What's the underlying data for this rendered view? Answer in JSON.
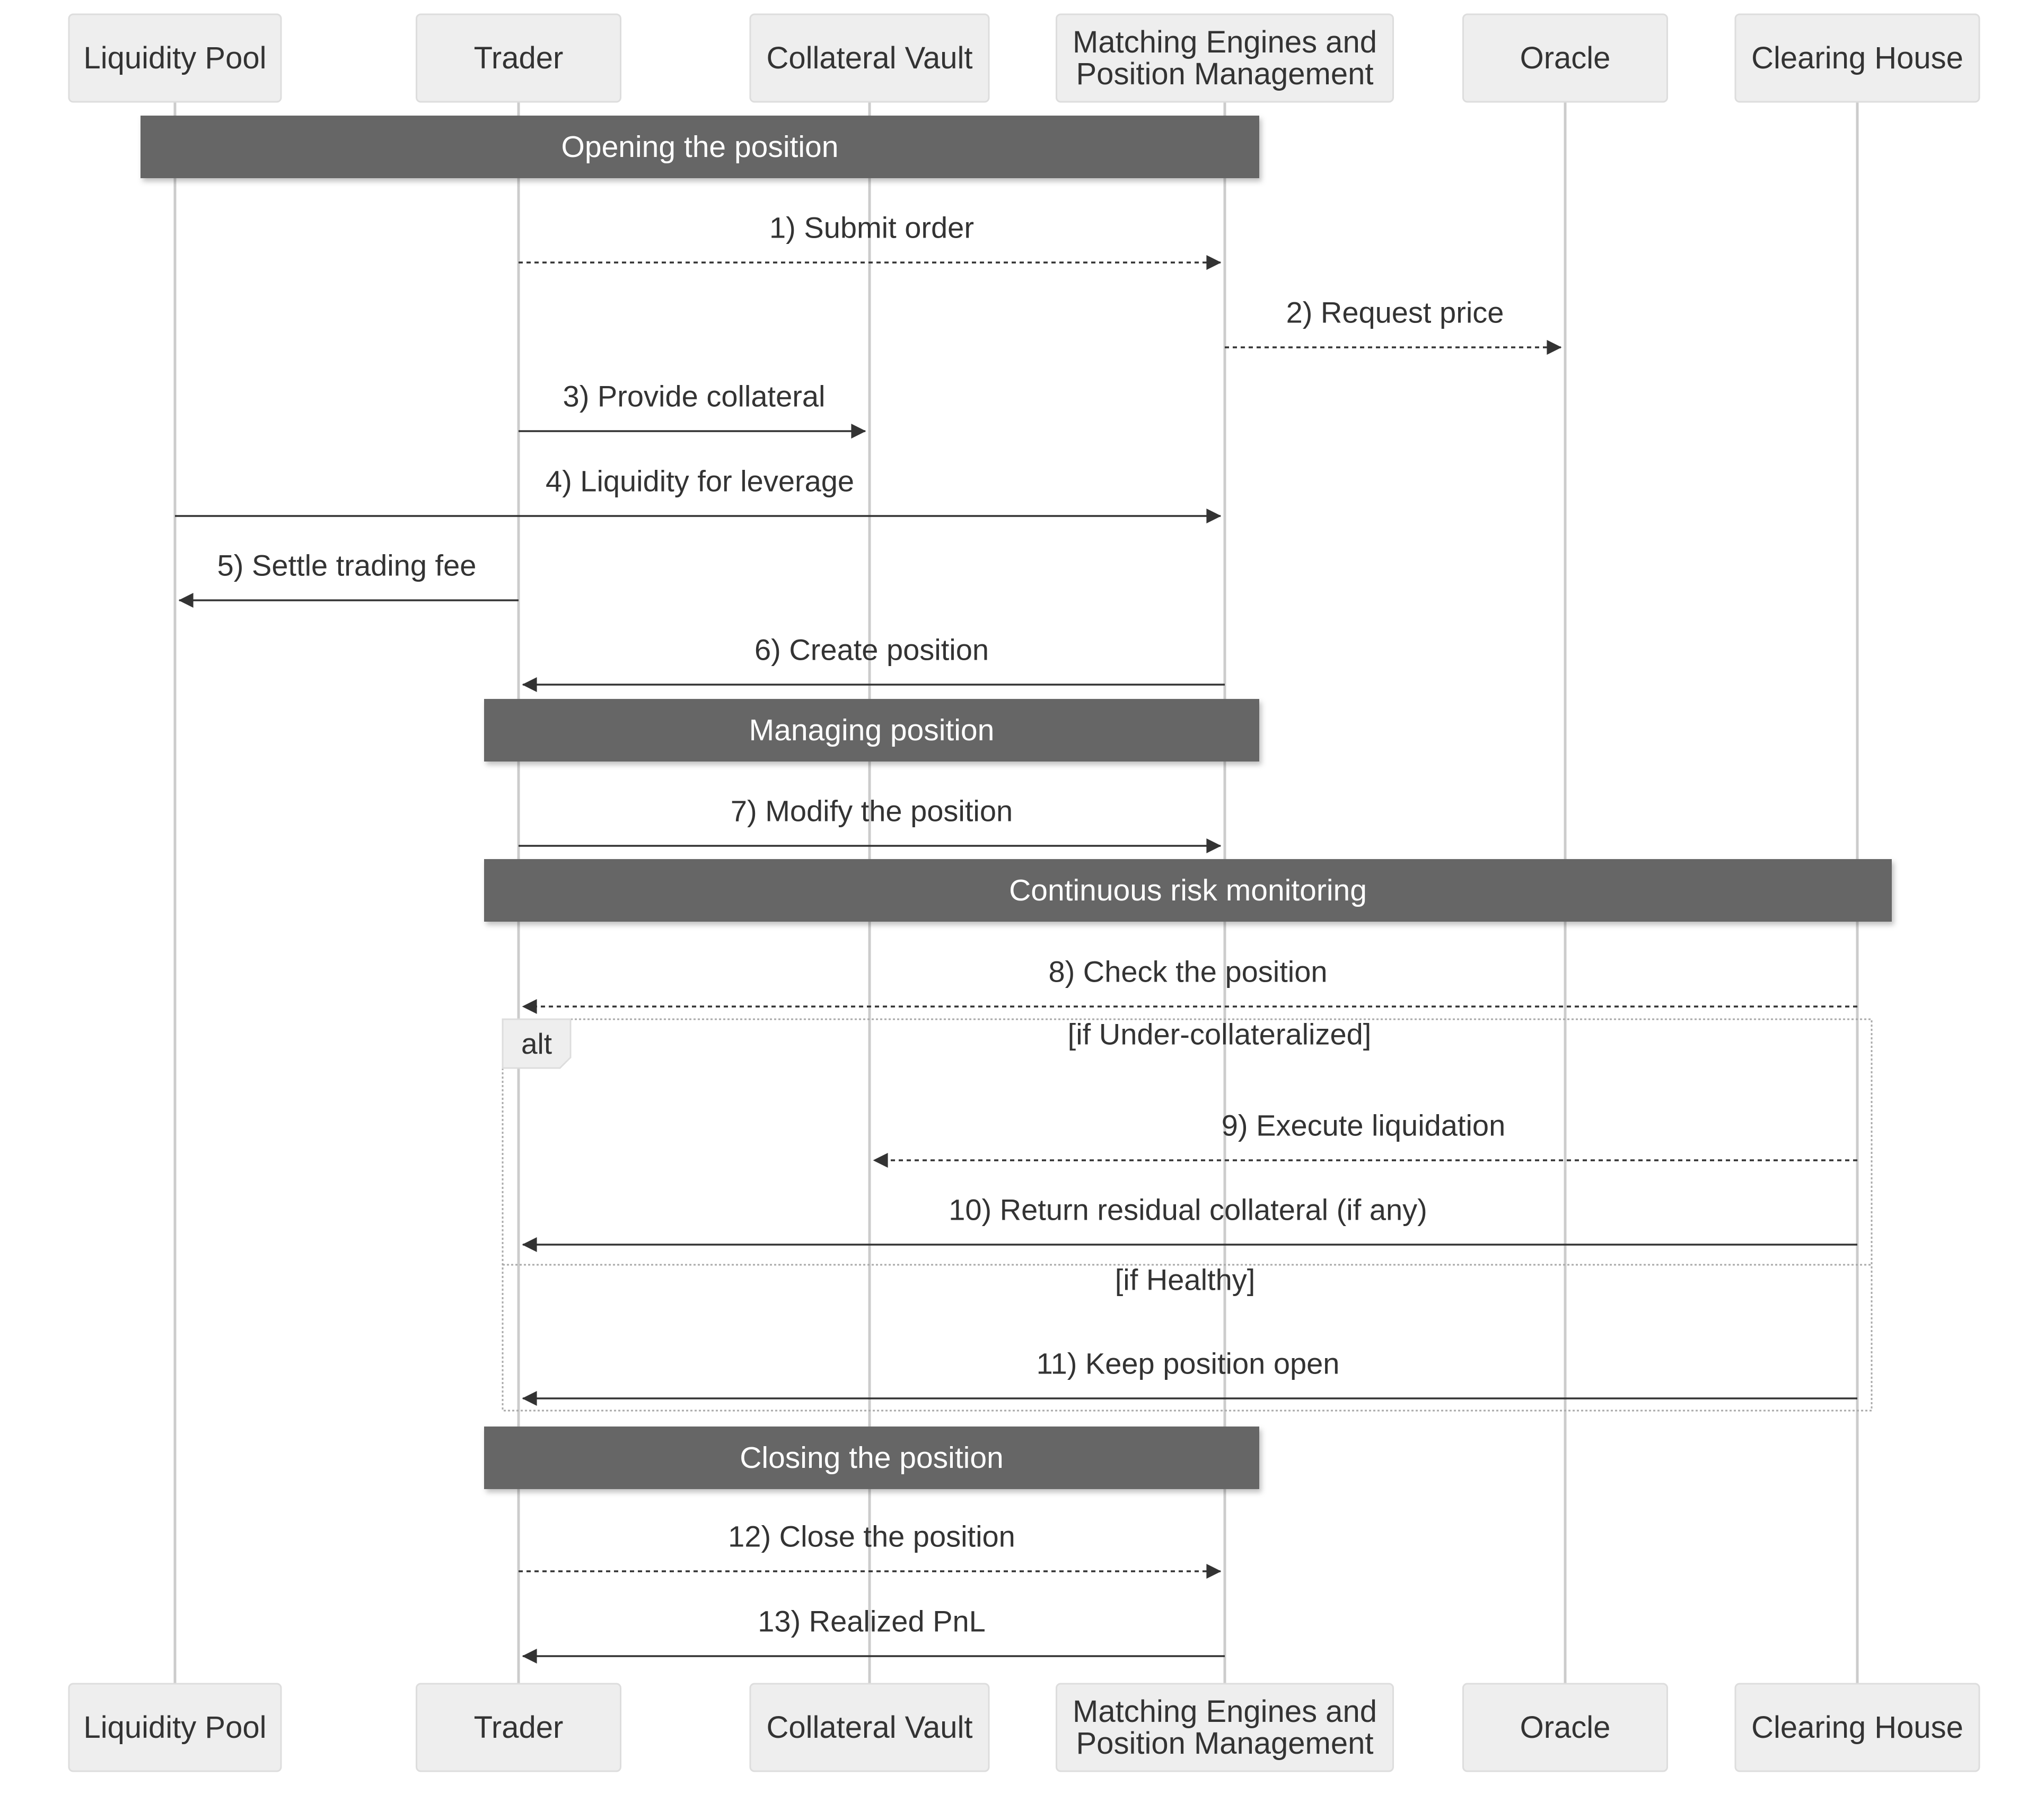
{
  "participants": [
    {
      "id": "lp",
      "label": [
        "Liquidity Pool"
      ]
    },
    {
      "id": "trader",
      "label": [
        "Trader"
      ]
    },
    {
      "id": "vault",
      "label": [
        "Collateral Vault"
      ]
    },
    {
      "id": "me",
      "label": [
        "Matching Engines and",
        "Position Management"
      ]
    },
    {
      "id": "oracle",
      "label": [
        "Oracle"
      ]
    },
    {
      "id": "ch",
      "label": [
        "Clearing House"
      ]
    }
  ],
  "notes": [
    {
      "text": "Opening the position",
      "from": "lp",
      "to": "me"
    },
    {
      "text": "Managing position",
      "from": "trader",
      "to": "me"
    },
    {
      "text": "Continuous risk monitoring",
      "from": "trader",
      "to": "ch"
    },
    {
      "text": "Closing the position",
      "from": "trader",
      "to": "me"
    }
  ],
  "messages": [
    {
      "label": "1) Submit order",
      "from": "trader",
      "to": "me",
      "style": "dotted"
    },
    {
      "label": "2) Request price",
      "from": "me",
      "to": "oracle",
      "style": "dotted"
    },
    {
      "label": "3) Provide collateral",
      "from": "trader",
      "to": "vault",
      "style": "solid"
    },
    {
      "label": "4) Liquidity for leverage",
      "from": "lp",
      "to": "me",
      "style": "solid"
    },
    {
      "label": "5) Settle trading fee",
      "from": "trader",
      "to": "lp",
      "style": "solid"
    },
    {
      "label": "6) Create position",
      "from": "me",
      "to": "trader",
      "style": "solid"
    },
    {
      "label": "7) Modify the position",
      "from": "trader",
      "to": "me",
      "style": "solid"
    },
    {
      "label": "8) Check the position",
      "from": "ch",
      "to": "trader",
      "style": "dotted"
    },
    {
      "label": "9) Execute liquidation",
      "from": "ch",
      "to": "vault",
      "style": "dotted"
    },
    {
      "label": "10) Return residual collateral (if any)",
      "from": "ch",
      "to": "trader",
      "style": "solid"
    },
    {
      "label": "11) Keep position open",
      "from": "ch",
      "to": "trader",
      "style": "solid"
    },
    {
      "label": "12) Close the position",
      "from": "trader",
      "to": "me",
      "style": "dotted"
    },
    {
      "label": "13) Realized PnL",
      "from": "me",
      "to": "trader",
      "style": "solid"
    }
  ],
  "alt_frame": {
    "label": "alt",
    "conditions": [
      "[if Under-collateralized]",
      "[if Healthy]"
    ]
  }
}
